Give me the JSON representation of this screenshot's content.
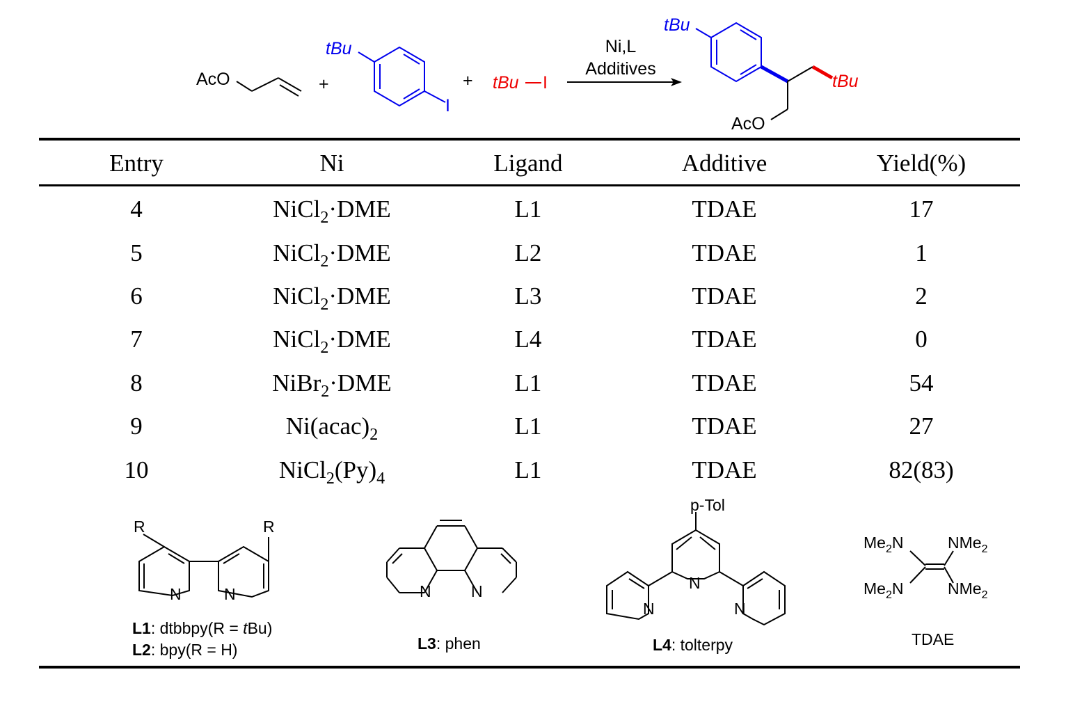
{
  "scheme": {
    "substrate_allyl": "AcO",
    "plus": "+",
    "aryl_tBu": "tBu",
    "aryl_I": "I",
    "alkyl_tBu": "tBu",
    "alkyl_I": "I",
    "conditions_line1": "Ni,L",
    "conditions_line2": "Additives",
    "product_aryl_tBu": "tBu",
    "product_alkyl_tBu": "tBu",
    "product_AcO": "AcO",
    "colors": {
      "aryl": "#0000ee",
      "alkyl": "#ee0000",
      "ink": "#000000"
    }
  },
  "table": {
    "headers": [
      "Entry",
      "Ni",
      "Ligand",
      "Additive",
      "Yield(%)"
    ],
    "rows": [
      {
        "entry": "4",
        "ni_main": "NiCl",
        "ni_sub": "2",
        "ni_rest": "·DME",
        "ni_sub2": "",
        "ligand": "L1",
        "additive": "TDAE",
        "yield": "17"
      },
      {
        "entry": "5",
        "ni_main": "NiCl",
        "ni_sub": "2",
        "ni_rest": "·DME",
        "ni_sub2": "",
        "ligand": "L2",
        "additive": "TDAE",
        "yield": "1"
      },
      {
        "entry": "6",
        "ni_main": "NiCl",
        "ni_sub": "2",
        "ni_rest": "·DME",
        "ni_sub2": "",
        "ligand": "L3",
        "additive": "TDAE",
        "yield": "2"
      },
      {
        "entry": "7",
        "ni_main": "NiCl",
        "ni_sub": "2",
        "ni_rest": "·DME",
        "ni_sub2": "",
        "ligand": "L4",
        "additive": "TDAE",
        "yield": "0"
      },
      {
        "entry": "8",
        "ni_main": "NiBr",
        "ni_sub": "2",
        "ni_rest": "·DME",
        "ni_sub2": "",
        "ligand": "L1",
        "additive": "TDAE",
        "yield": "54"
      },
      {
        "entry": "9",
        "ni_main": "Ni(acac)",
        "ni_sub": "2",
        "ni_rest": "",
        "ni_sub2": "",
        "ligand": "L1",
        "additive": "TDAE",
        "yield": "27"
      },
      {
        "entry": "10",
        "ni_main": "NiCl",
        "ni_sub": "2",
        "ni_rest": "(Py)",
        "ni_sub2": "4",
        "ligand": "L1",
        "additive": "TDAE",
        "yield": "82(83)"
      }
    ]
  },
  "ligands": {
    "bpy": {
      "R_left": "R",
      "R_right": "R",
      "N_left": "N",
      "N_right": "N",
      "caption1_bold": "L1",
      "caption1_text": ": dtbbpy(R = ",
      "caption1_italic": "t",
      "caption1_end": "Bu)",
      "caption2_bold": "L2",
      "caption2_text": ": bpy(R = H)"
    },
    "phen": {
      "N_left": "N",
      "N_right": "N",
      "caption_bold": "L3",
      "caption_text": ": phen"
    },
    "terpy": {
      "top": "p-Tol",
      "N_left": "N",
      "N_mid": "N",
      "N_right": "N",
      "caption_bold": "L4",
      "caption_text": ": tolterpy"
    },
    "tdae": {
      "tl": "Me",
      "tl_sub": "2",
      "tl_end": "N",
      "tr": "NMe",
      "tr_sub": "2",
      "bl": "Me",
      "bl_sub": "2",
      "bl_end": "N",
      "br": "NMe",
      "br_sub": "2",
      "caption": "TDAE"
    }
  }
}
